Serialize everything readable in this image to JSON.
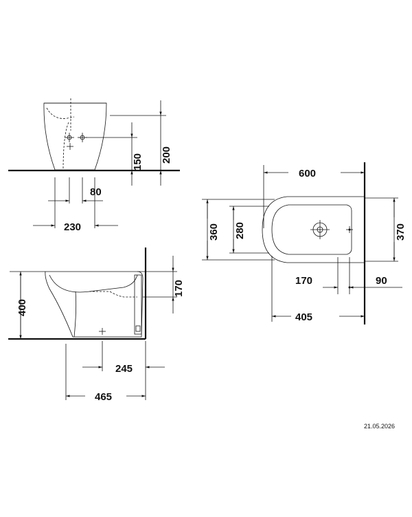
{
  "front_view": {
    "dims": {
      "d150": "150",
      "d200": "200",
      "d80": "80",
      "d230": "230"
    }
  },
  "side_view": {
    "dims": {
      "d400": "400",
      "d170": "170",
      "d245": "245",
      "d465": "465"
    }
  },
  "top_view": {
    "dims": {
      "d600": "600",
      "d360": "360",
      "d280": "280",
      "d370": "370",
      "d170": "170",
      "d90": "90",
      "d405": "405"
    }
  },
  "date": "21.05.2026"
}
